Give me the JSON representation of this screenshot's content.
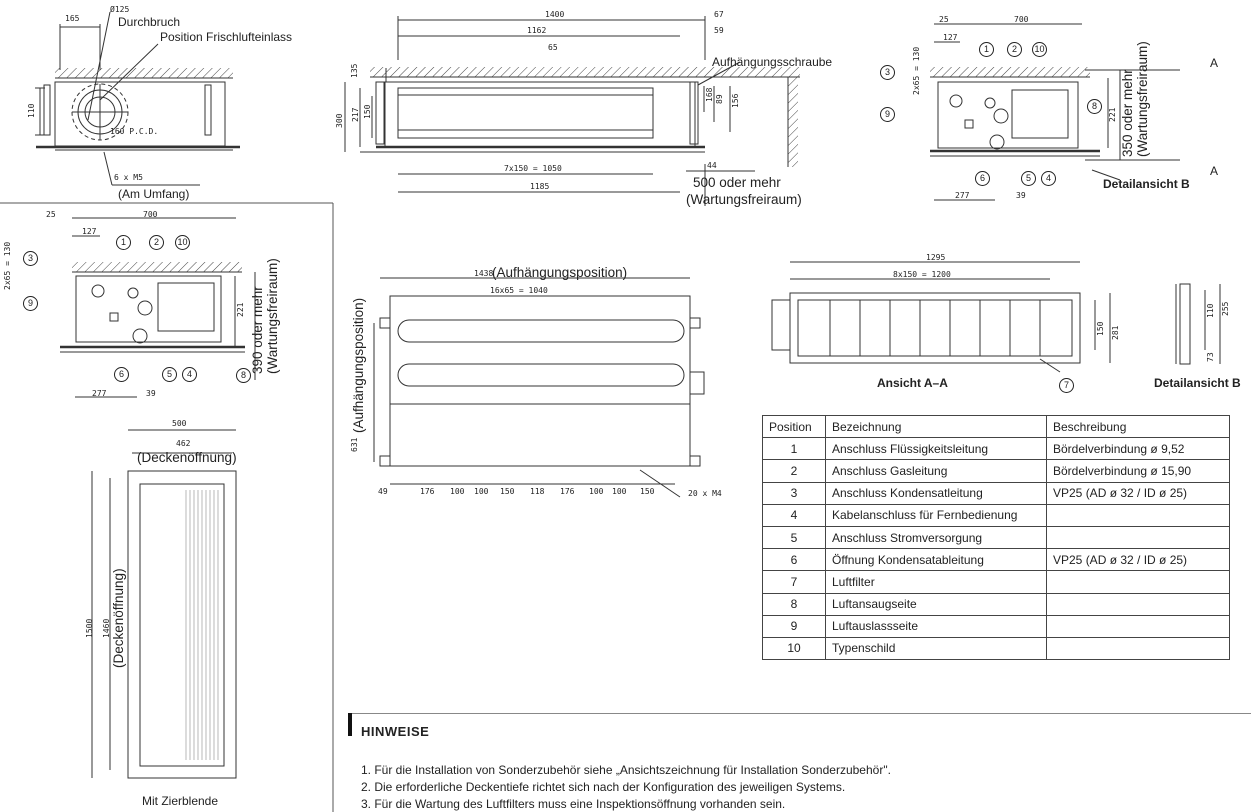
{
  "top_left": {
    "dim_125": "Ø125",
    "durchbruch": "Durchbruch",
    "position_frischluft": "Position Frischlufteinlass",
    "dim_165": "165",
    "dim_110": "110",
    "pcd": "160 P.C.D.",
    "screws": "6 x M5",
    "am_umfang": "(Am Umfang)"
  },
  "front_view": {
    "dim_1400": "1400",
    "dim_67": "67",
    "dim_1162": "1162",
    "dim_59": "59",
    "dim_65": "65",
    "aufhaengung": "Aufhängungsschraube",
    "dim_135": "135",
    "dim_300": "300",
    "dim_217": "217",
    "dim_150": "150",
    "dim_168": "168",
    "dim_89": "89",
    "dim_156": "156",
    "dim_7x150": "7x150 = 1050",
    "dim_1185": "1185",
    "dim_44": "44",
    "clearance": "500 oder mehr",
    "clearance2": "(Wartungsfreiraum)"
  },
  "side_view_top": {
    "dim_25": "25",
    "dim_700": "700",
    "dim_127": "127",
    "dim_2x65": "2x65 = 130",
    "dim_221": "221",
    "clearance": "350 oder mehr",
    "clearance2": "(Wartungsfreiraum)",
    "dim_277": "277",
    "dim_39": "39",
    "label_a": "A",
    "detail_b": "Detailansicht B"
  },
  "side_view_left": {
    "dim_25": "25",
    "dim_700": "700",
    "dim_127": "127",
    "dim_2x65": "2x65 = 130",
    "dim_221": "221",
    "clearance": "390 oder mehr",
    "clearance2": "(Wartungsfreiraum)",
    "dim_277": "277",
    "dim_39": "39"
  },
  "bubbles": [
    "1",
    "2",
    "3",
    "4",
    "5",
    "6",
    "7",
    "8",
    "9",
    "10"
  ],
  "bottom_view": {
    "dim_1438": "1438",
    "aufhaengungsposition": "(Aufhängungsposition)",
    "dim_16x65": "16x65 = 1040",
    "dim_631": "631",
    "aufhaengungsposition_v": "(Aufhängungsposition)",
    "dims_bottom": [
      "49",
      "176",
      "100",
      "100",
      "150",
      "118",
      "176",
      "100",
      "100",
      "150"
    ],
    "screws": "20 x M4"
  },
  "view_aa": {
    "dim_1295": "1295",
    "dim_8x150": "8x150 = 1200",
    "dim_150": "150",
    "dim_281": "281",
    "caption": "Ansicht A–A"
  },
  "detail_b": {
    "dim_110": "110",
    "dim_255": "255",
    "dim_73": "73",
    "caption": "Detailansicht B"
  },
  "panel": {
    "dim_500": "500",
    "dim_462": "462",
    "deckenoeffnung": "(Deckenöffnung)",
    "dim_1500": "1500",
    "dim_1460": "1460",
    "deckenoeffnung_v": "(Deckenöffnung)",
    "caption": "Mit Zierblende"
  },
  "table": {
    "headers": [
      "Position",
      "Bezeichnung",
      "Beschreibung"
    ],
    "rows": [
      [
        "1",
        "Anschluss Flüssigkeitsleitung",
        "Bördelverbindung ø 9,52"
      ],
      [
        "2",
        "Anschluss Gasleitung",
        "Bördelverbindung ø 15,90"
      ],
      [
        "3",
        "Anschluss Kondensatleitung",
        "VP25 (AD ø 32 / ID ø 25)"
      ],
      [
        "4",
        "Kabelanschluss für Fernbedienung",
        ""
      ],
      [
        "5",
        "Anschluss Stromversorgung",
        ""
      ],
      [
        "6",
        "Öffnung Kondensatableitung",
        "VP25 (AD ø 32 / ID ø 25)"
      ],
      [
        "7",
        "Luftfilter",
        ""
      ],
      [
        "8",
        "Luftansaugseite",
        ""
      ],
      [
        "9",
        "Luftauslassseite",
        ""
      ],
      [
        "10",
        "Typenschild",
        ""
      ]
    ]
  },
  "notes": {
    "title": "HINWEISE",
    "items": [
      "1.  Für die Installation von Sonderzubehör siehe „Ansichtszeichnung für Installation Sonderzubehör\".",
      "2.  Die erforderliche Deckentiefe richtet sich nach der Konfiguration des jeweiligen Systems.",
      "3.  Für die Wartung des Luftfilters muss eine Inspektionsöffnung vorhanden sein."
    ]
  }
}
